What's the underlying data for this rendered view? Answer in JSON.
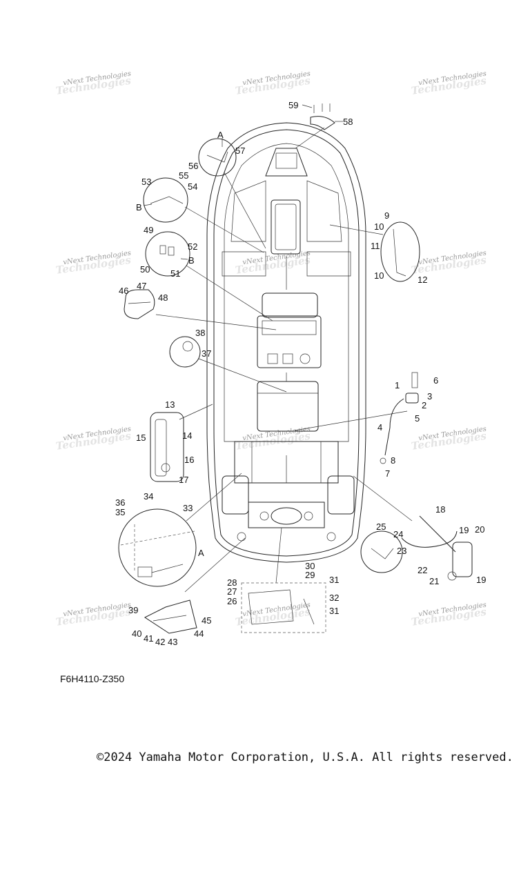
{
  "watermark": {
    "line1": "vNext Technologies",
    "line2": "Technologies"
  },
  "callouts": [
    "1",
    "2",
    "3",
    "4",
    "5",
    "6",
    "7",
    "8",
    "9",
    "10",
    "10",
    "11",
    "12",
    "13",
    "14",
    "15",
    "16",
    "17",
    "18",
    "19",
    "19",
    "20",
    "21",
    "22",
    "23",
    "24",
    "25",
    "26",
    "27",
    "28",
    "29",
    "30",
    "31",
    "31",
    "32",
    "33",
    "34",
    "35",
    "36",
    "37",
    "38",
    "39",
    "40",
    "41",
    "42",
    "43",
    "44",
    "45",
    "46",
    "47",
    "48",
    "49",
    "50",
    "51",
    "52",
    "53",
    "54",
    "55",
    "56",
    "57",
    "58",
    "59",
    "A",
    "A",
    "B",
    "B"
  ],
  "diagram_code": "F6H4110-Z350",
  "copyright": "©2024 Yamaha Motor Corporation, U.S.A. All rights reserved."
}
